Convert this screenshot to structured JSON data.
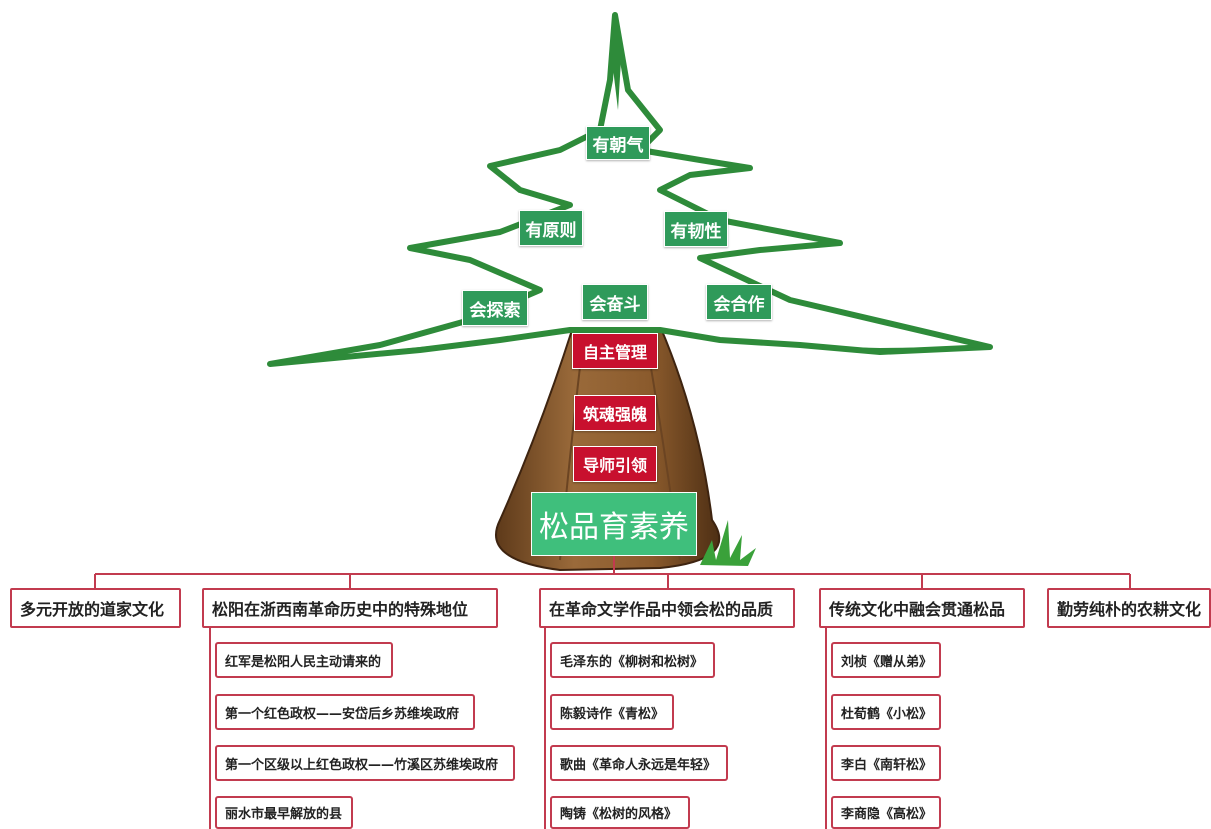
{
  "root": {
    "label": "松品育素养"
  },
  "canopy": {
    "top": "有朝气",
    "mid_left": "有原则",
    "mid_right": "有韧性",
    "low_left": "会探索",
    "low_center": "会奋斗",
    "low_right": "会合作"
  },
  "trunk": [
    "自主管理",
    "筑魂强魄",
    "导师引领"
  ],
  "branches": [
    {
      "label": "多元开放的道家文化",
      "items": []
    },
    {
      "label": "松阳在浙西南革命历史中的特殊地位",
      "items": [
        "红军是松阳人民主动请来的",
        "第一个红色政权——安岱后乡苏维埃政府",
        "第一个区级以上红色政权——竹溪区苏维埃政府",
        "丽水市最早解放的县"
      ]
    },
    {
      "label": "在革命文学作品中领会松的品质",
      "items": [
        "毛泽东的《柳树和松树》",
        "陈毅诗作《青松》",
        "歌曲《革命人永远是年轻》",
        "陶铸《松树的风格》"
      ]
    },
    {
      "label": "传统文化中融会贯通松品",
      "items": [
        "刘桢《赠从弟》",
        "杜荀鹤《小松》",
        "李白《南轩松》",
        "李商隐《高松》"
      ]
    },
    {
      "label": "勤劳纯朴的农耕文化",
      "items": []
    }
  ],
  "colors": {
    "canopy": "#2e8b3a",
    "trunk": "#8b5a2b",
    "connector": "#c23b4f",
    "green_node": "#2f9a5a",
    "red_node": "#c8102e",
    "root_node": "#3fbf7c"
  }
}
